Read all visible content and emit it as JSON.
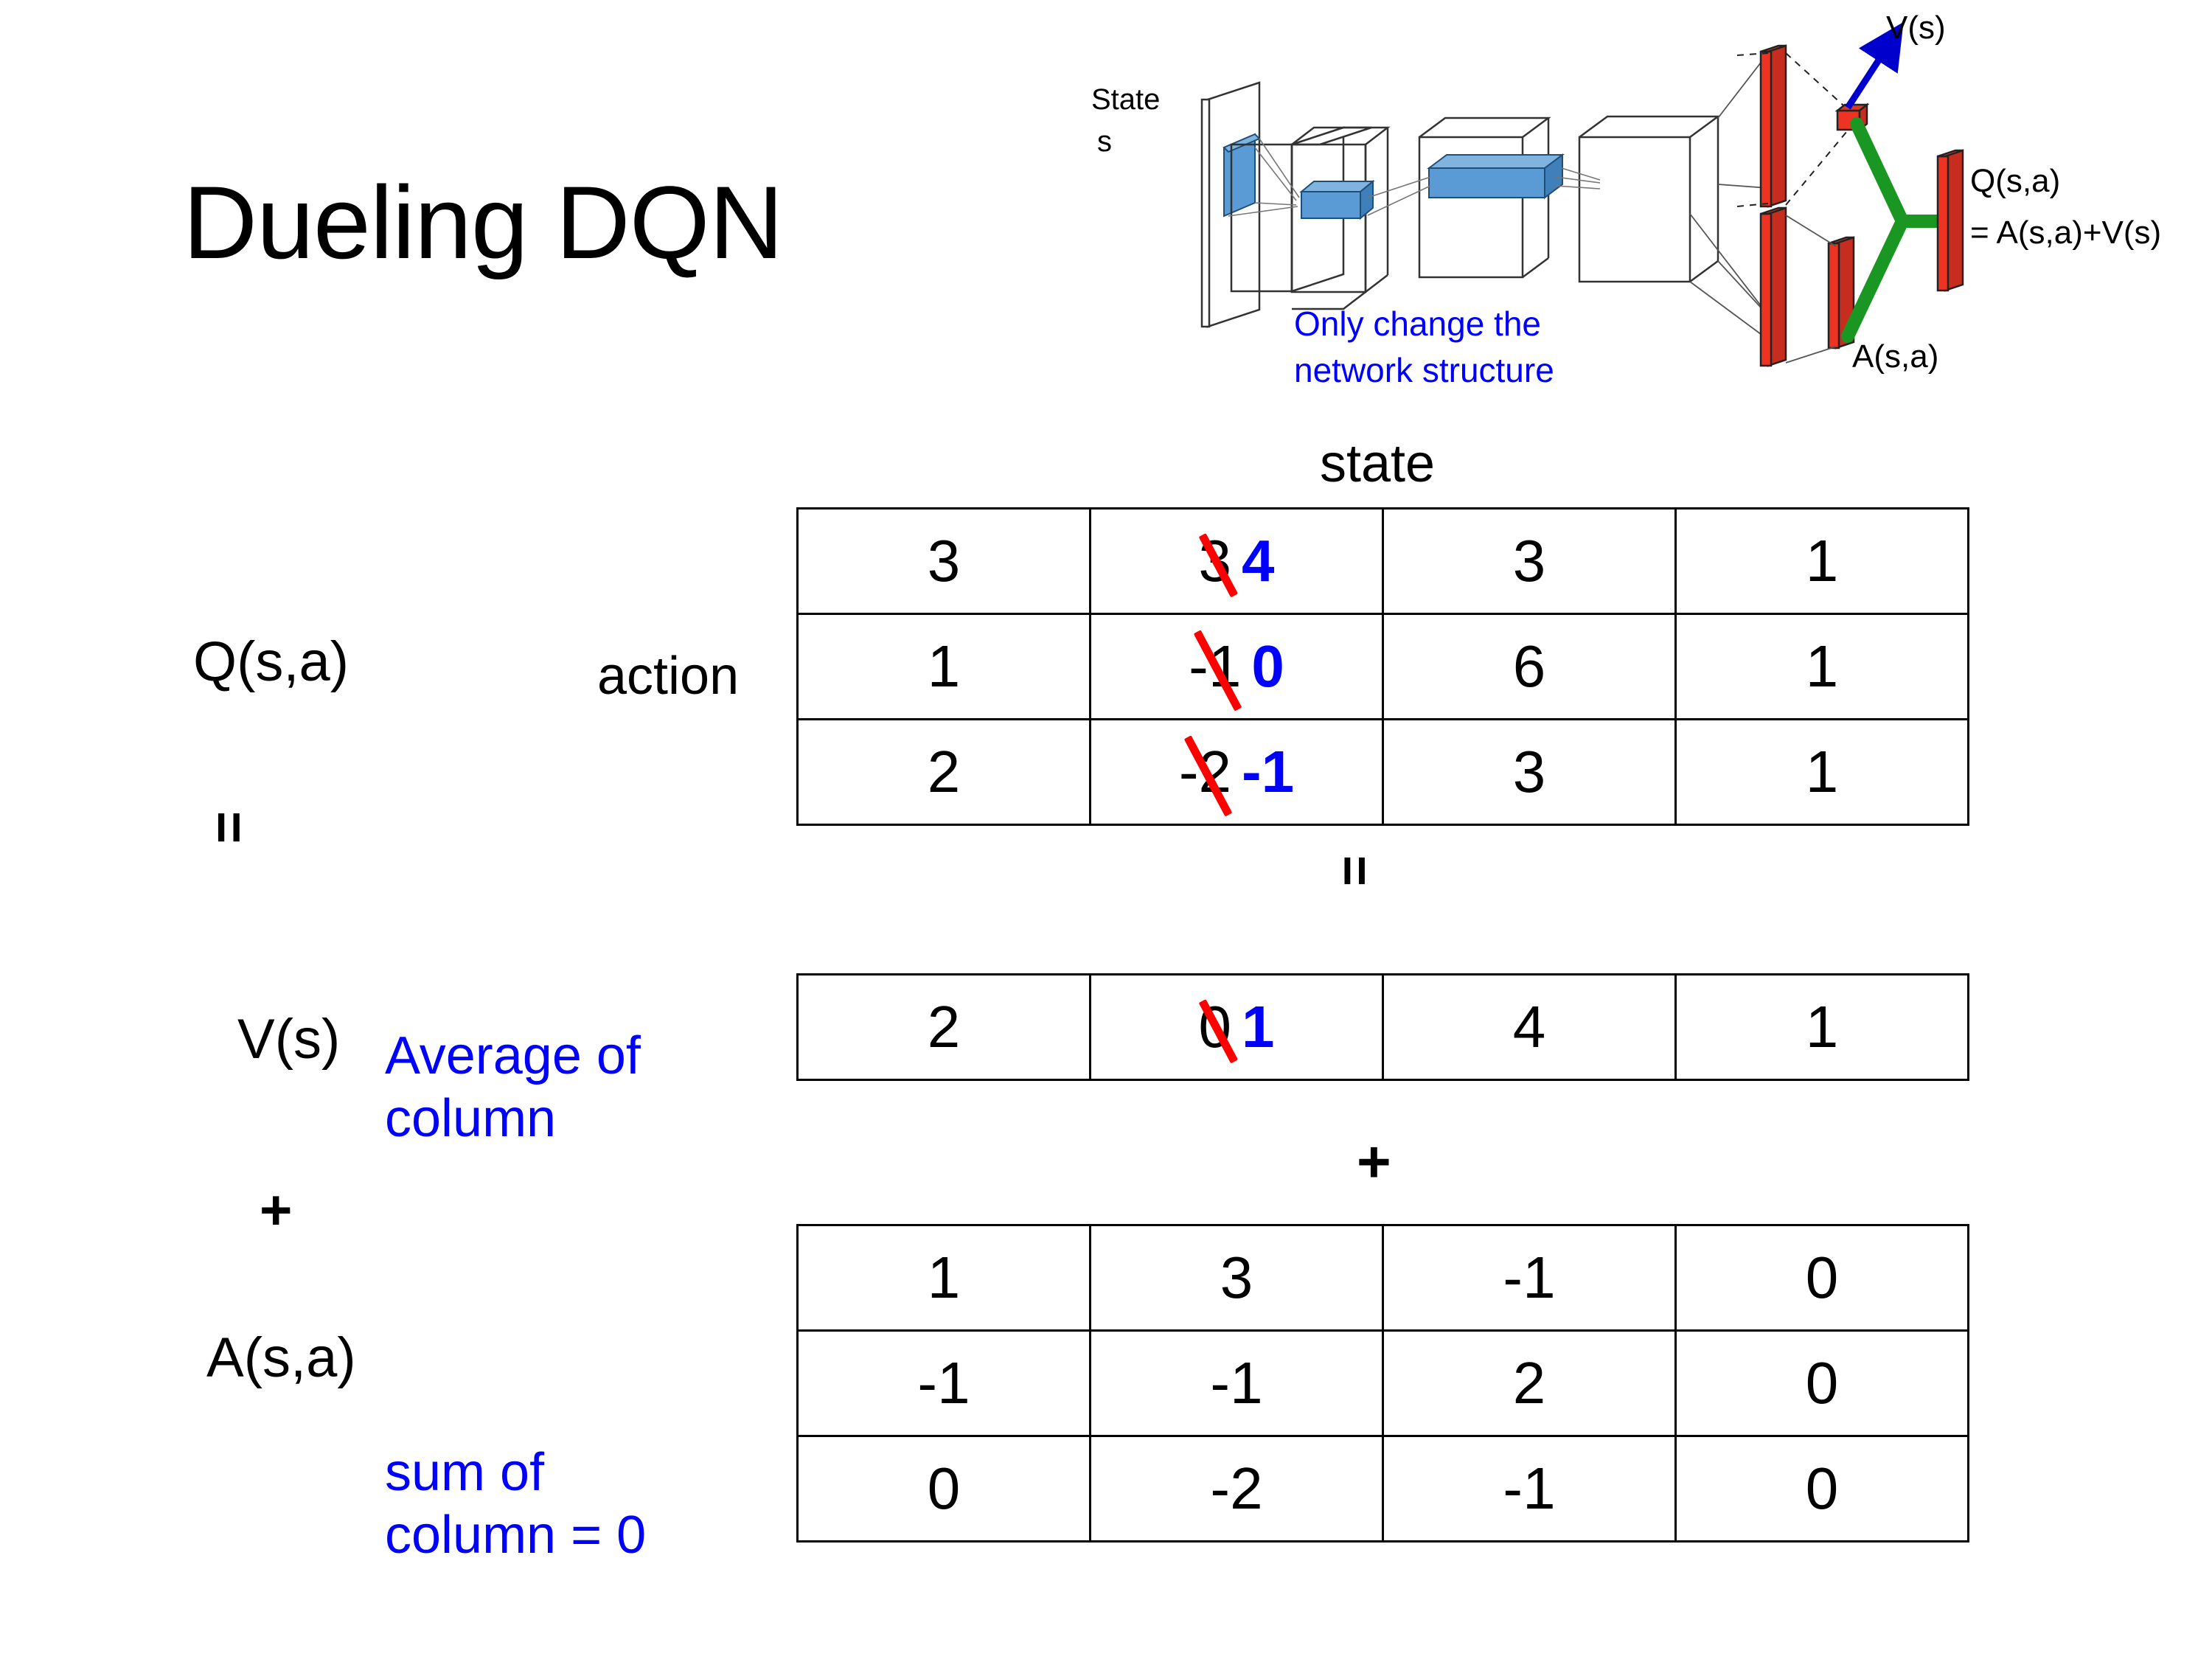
{
  "slide": {
    "title": "Dueling DQN"
  },
  "diagram": {
    "state_label_line1": "State",
    "state_label_line2": "s",
    "note_line1": "Only change the",
    "note_line2": "network structure",
    "v_output_label": "V(s)",
    "a_output_label": "A(s,a)",
    "q_output_label_line1": "Q(s,a)",
    "q_output_label_line2": "= A(s,a)+V(s)",
    "colors": {
      "note_blue": "#0000ff",
      "arrow_blue": "#0000cc",
      "bar_red": "#ee3322",
      "merge_green": "#1a9622",
      "filter_blue": "#5b9bd5"
    }
  },
  "labels": {
    "q_label": "Q(s,a)",
    "v_label": "V(s)",
    "a_label": "A(s,a)",
    "equals_top": "=",
    "equals_mid": "=",
    "plus_left": "+",
    "plus_mid": "+",
    "state_header": "state",
    "action_header": "action",
    "note_average_line1": "Average of",
    "note_average_line2": "column",
    "note_sum_line1": "sum of",
    "note_sum_line2": "column = 0",
    "note_color": "#0000ff",
    "correction_color": "#0000ff",
    "strike_color": "#ff0000"
  },
  "chart_data": {
    "type": "table",
    "title": "Dueling DQN value decomposition",
    "xlabel": "state",
    "ylabel": "action",
    "tables": [
      {
        "name": "Q(s,a)",
        "rows": 3,
        "cols": 4,
        "values": [
          [
            "3",
            "3",
            "3",
            "1"
          ],
          [
            "1",
            "-1",
            "6",
            "1"
          ],
          [
            "2",
            "-2",
            "3",
            "1"
          ]
        ],
        "corrections": [
          {
            "row": 0,
            "col": 1,
            "old": "3",
            "new": "4"
          },
          {
            "row": 1,
            "col": 1,
            "old": "-1",
            "new": "0"
          },
          {
            "row": 2,
            "col": 1,
            "old": "-2",
            "new": "-1"
          }
        ]
      },
      {
        "name": "V(s)",
        "rows": 1,
        "cols": 4,
        "values": [
          [
            "2",
            "0",
            "4",
            "1"
          ]
        ],
        "corrections": [
          {
            "row": 0,
            "col": 1,
            "old": "0",
            "new": "1"
          }
        ]
      },
      {
        "name": "A(s,a)",
        "rows": 3,
        "cols": 4,
        "values": [
          [
            "1",
            "3",
            "-1",
            "0"
          ],
          [
            "-1",
            "-1",
            "2",
            "0"
          ],
          [
            "0",
            "-2",
            "-1",
            "0"
          ]
        ],
        "corrections": []
      }
    ]
  }
}
